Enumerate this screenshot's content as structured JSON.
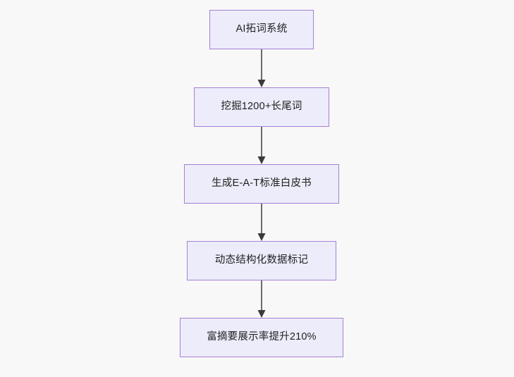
{
  "diagram": {
    "type": "flowchart",
    "orientation": "top-to-bottom",
    "background_color": "#f8f8f8",
    "node_fill_color": "#ececfa",
    "node_border_color": "#a77fd6",
    "node_text_color": "#1f1f1f",
    "edge_color": "#6b6b6b",
    "arrowhead_color": "#3a3a3a",
    "nodes": [
      {
        "id": "n1",
        "label": "AI拓词系统"
      },
      {
        "id": "n2",
        "label": "挖掘1200+长尾词"
      },
      {
        "id": "n3",
        "label": "生成E-A-T标准白皮书"
      },
      {
        "id": "n4",
        "label": "动态结构化数据标记"
      },
      {
        "id": "n5",
        "label": "富摘要展示率提升210%"
      }
    ],
    "edges": [
      {
        "from": "n1",
        "to": "n2",
        "label": ""
      },
      {
        "from": "n2",
        "to": "n3",
        "label": ""
      },
      {
        "from": "n3",
        "to": "n4",
        "label": ""
      },
      {
        "from": "n4",
        "to": "n5",
        "label": ""
      }
    ]
  }
}
